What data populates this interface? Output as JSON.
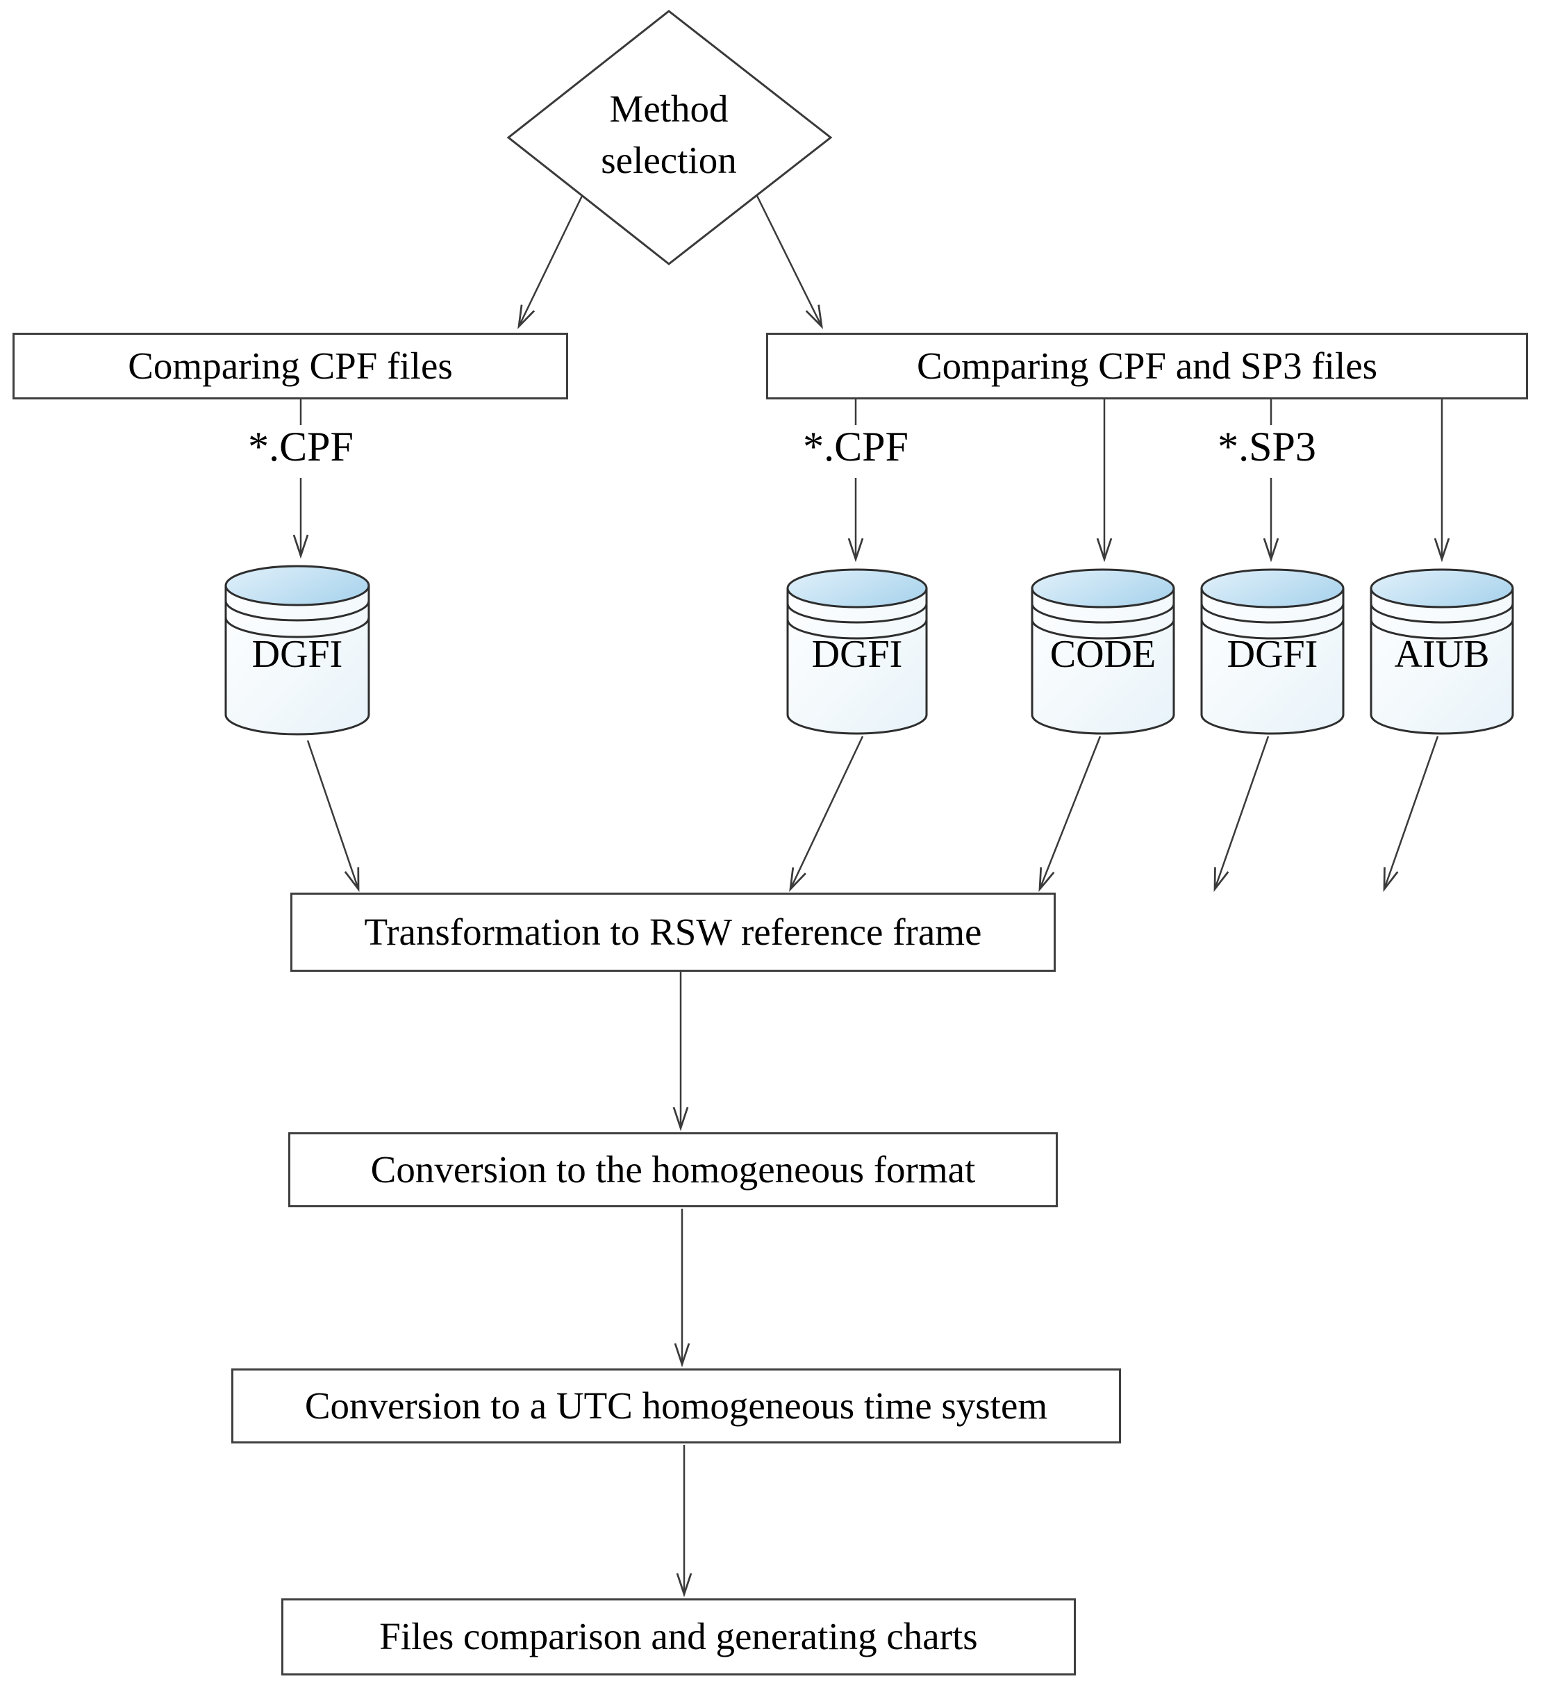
{
  "diagram": {
    "decision": {
      "label": "Method selection"
    },
    "branches": {
      "left": {
        "label": "Comparing CPF files"
      },
      "right": {
        "label": "Comparing CPF and SP3 files"
      }
    },
    "file_labels": {
      "left_cpf": "*.CPF",
      "right_cpf": "*.CPF",
      "right_sp3": "*.SP3"
    },
    "databases": [
      {
        "label": "DGFI"
      },
      {
        "label": "DGFI"
      },
      {
        "label": "CODE"
      },
      {
        "label": "DGFI"
      },
      {
        "label": "AIUB"
      }
    ],
    "steps": [
      {
        "label": "Transformation to RSW reference frame"
      },
      {
        "label": "Conversion to the homogeneous format"
      },
      {
        "label": "Conversion to a UTC homogeneous time system"
      },
      {
        "label": "Files comparison and generating charts"
      }
    ],
    "colors": {
      "line": "#3a3a3a",
      "box_border": "#3f3f3f",
      "cylinder_outline": "#2e2e2e",
      "cylinder_top_light": "#e2f1fa",
      "cylinder_top_dark": "#aed6ee",
      "cylinder_body_light": "#fdfeff",
      "cylinder_body_shade": "#e7f2f9"
    }
  }
}
